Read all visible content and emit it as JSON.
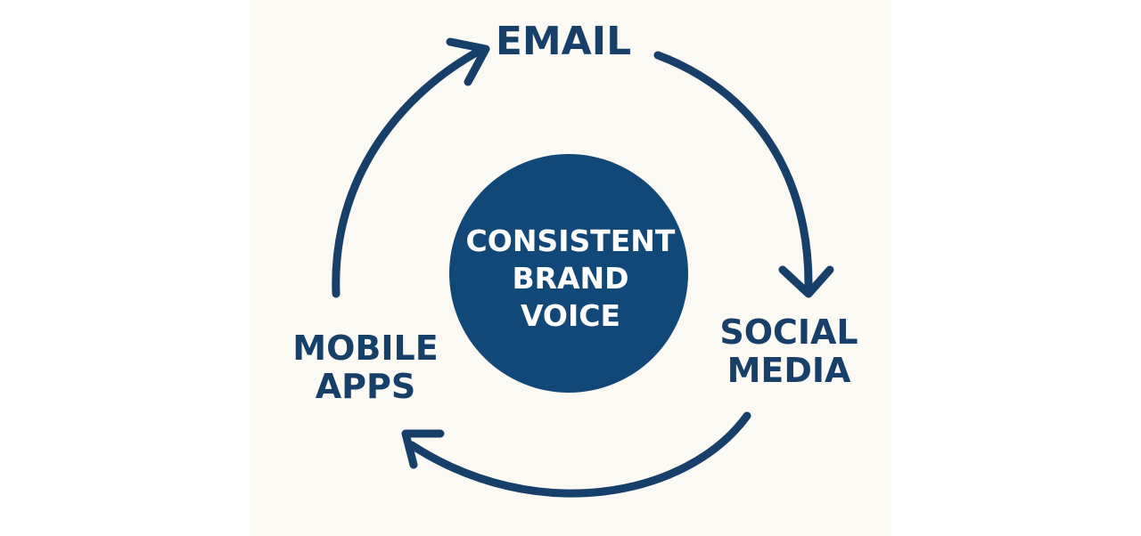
{
  "colors": {
    "background": "#fbf9f4",
    "accent": "#163f6a",
    "center_fill": "#124878",
    "center_text": "#ffffff"
  },
  "center": {
    "lines": [
      "CONSISTENT",
      "BRAND",
      "VOICE"
    ]
  },
  "nodes": {
    "email": {
      "lines": [
        "EMAIL"
      ]
    },
    "social_media": {
      "lines": [
        "SOCIAL",
        "MEDIA"
      ]
    },
    "mobile_apps": {
      "lines": [
        "MOBILE",
        "APPS"
      ]
    }
  },
  "arrows": [
    {
      "from": "mobile_apps",
      "to": "email"
    },
    {
      "from": "email",
      "to": "social_media"
    },
    {
      "from": "social_media",
      "to": "mobile_apps"
    }
  ]
}
